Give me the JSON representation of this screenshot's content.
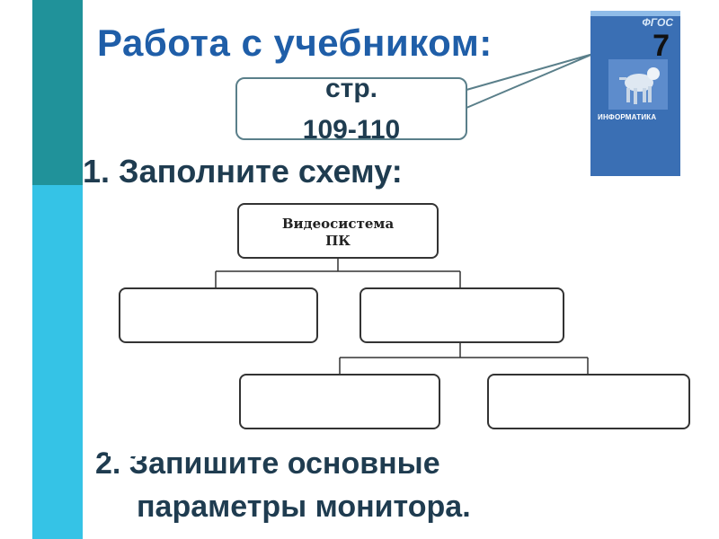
{
  "slide": {
    "title": "Работа с учебником:",
    "page_ref": {
      "line1": "стр.",
      "line2": "109-110"
    },
    "book": {
      "badge": "ФГОС",
      "grade": "7",
      "subject": "ИНФОРМАТИКА"
    },
    "task1": {
      "label": "1.  Заполните схему:"
    },
    "scheme": {
      "root_line1": "Видеосистема",
      "root_line2": "ПК"
    },
    "task2": {
      "line1": "2. Запишите основные",
      "line2": "параметры монитора."
    }
  },
  "colors": {
    "title": "#1f5ea8",
    "text": "#1f3c50",
    "stripe_dark": "#20929a",
    "stripe_light": "#35c3e6",
    "book_cover": "#3a6fb4"
  }
}
